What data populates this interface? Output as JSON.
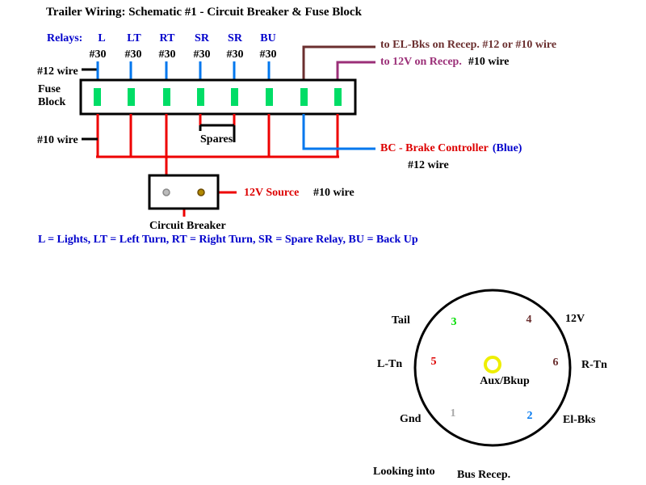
{
  "title": "Trailer Wiring: Schematic #1 - Circuit Breaker & Fuse Block",
  "relays": {
    "label": "Relays:",
    "items": [
      {
        "name": "L",
        "wire": "#30"
      },
      {
        "name": "LT",
        "wire": "#30"
      },
      {
        "name": "RT",
        "wire": "#30"
      },
      {
        "name": "SR",
        "wire": "#30"
      },
      {
        "name": "SR",
        "wire": "#30"
      },
      {
        "name": "BU",
        "wire": "#30"
      }
    ]
  },
  "labels": {
    "wire12": "#12 wire",
    "fuse_line1": "Fuse",
    "fuse_line2": "Block",
    "wire10": "#10 wire",
    "spares": "Spares",
    "to_el_bks": "to EL-Bks on Recep. #12 or #10  wire",
    "to_12v_red": "to 12V on Recep.",
    "to_12v_black": "#10 wire",
    "bc_red": "BC - Brake Controller",
    "bc_blue": "(Blue)",
    "bc_wire": "#12 wire",
    "source_red": "12V Source",
    "source_black": "#10 wire",
    "circuit_breaker": "Circuit Breaker",
    "legend": "L = Lights, LT = Left Turn, RT = Right Turn, SR = Spare Relay, BU = Back Up"
  },
  "receptacle": {
    "pins": [
      {
        "num": "3",
        "label": "Tail",
        "color": "#00dd00"
      },
      {
        "num": "4",
        "label": "12V",
        "color": "#6b2f2f"
      },
      {
        "num": "5",
        "label": "L-Tn",
        "color": "#dd0000"
      },
      {
        "num": "6",
        "label": "R-Tn",
        "color": "#6b2f2f"
      },
      {
        "num": "1",
        "label": "Gnd",
        "color": "#aaaaaa"
      },
      {
        "num": "2",
        "label": "El-Bks",
        "color": "#0077ee"
      }
    ],
    "center_label": "Aux/Bkup",
    "center_color": "#eeee00",
    "caption_left": "Looking into",
    "caption_right": "Bus Recep."
  },
  "colors": {
    "red_wire": "#ee0000",
    "blue_wire": "#0077ee",
    "fuse": "#00dd66",
    "brown_wire": "#6b2f2f",
    "purple_wire": "#9b2f78"
  }
}
